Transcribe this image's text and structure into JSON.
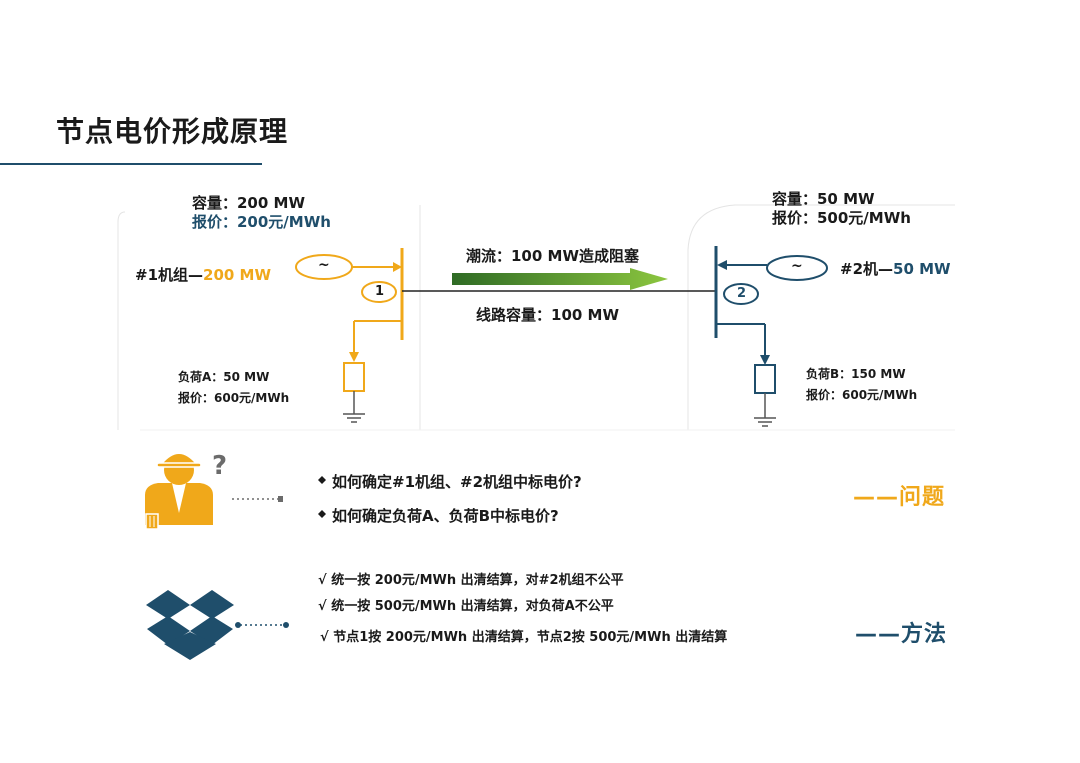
{
  "page": {
    "title": "节点电价形成原理"
  },
  "node1": {
    "capacity": "容量：200 MW",
    "bid": "报价：200元/MWh",
    "gen_label": "#1机组—",
    "gen_value": "200 MW",
    "generator_symbol": "~",
    "bus_number": "1",
    "load_name": "负荷A：50 MW",
    "load_price": "报价：600元/MWh"
  },
  "node2": {
    "capacity": "容量：50 MW",
    "bid": "报价：500元/MWh",
    "gen_label": "#2机—",
    "gen_value": "50 MW",
    "generator_symbol": "~",
    "bus_number": "2",
    "load_name": "负荷B：150 MW",
    "load_price": "报价：600元/MWh"
  },
  "line": {
    "flow": "潮流：100 MW造成阻塞",
    "capacity": "线路容量：100 MW"
  },
  "questions": {
    "items": [
      "如何确定#1机组、#2机组中标电价?",
      "如何确定负荷A、负荷B中标电价?"
    ],
    "question_mark": "?",
    "label": "——问题"
  },
  "methods": {
    "items": [
      "√   统一按 200元/MWh 出清结算，对#2机组不公平",
      "√   统一按 500元/MWh 出清结算，对负荷A不公平",
      "√   节点1按 200元/MWh 出清结算，节点2按 500元/MWh 出清结算"
    ],
    "label": "——方法"
  },
  "colors": {
    "orange": "#f0a81a",
    "navy": "#1f4e6b",
    "green": "#3f7f32",
    "gray": "#6b6b6b"
  }
}
